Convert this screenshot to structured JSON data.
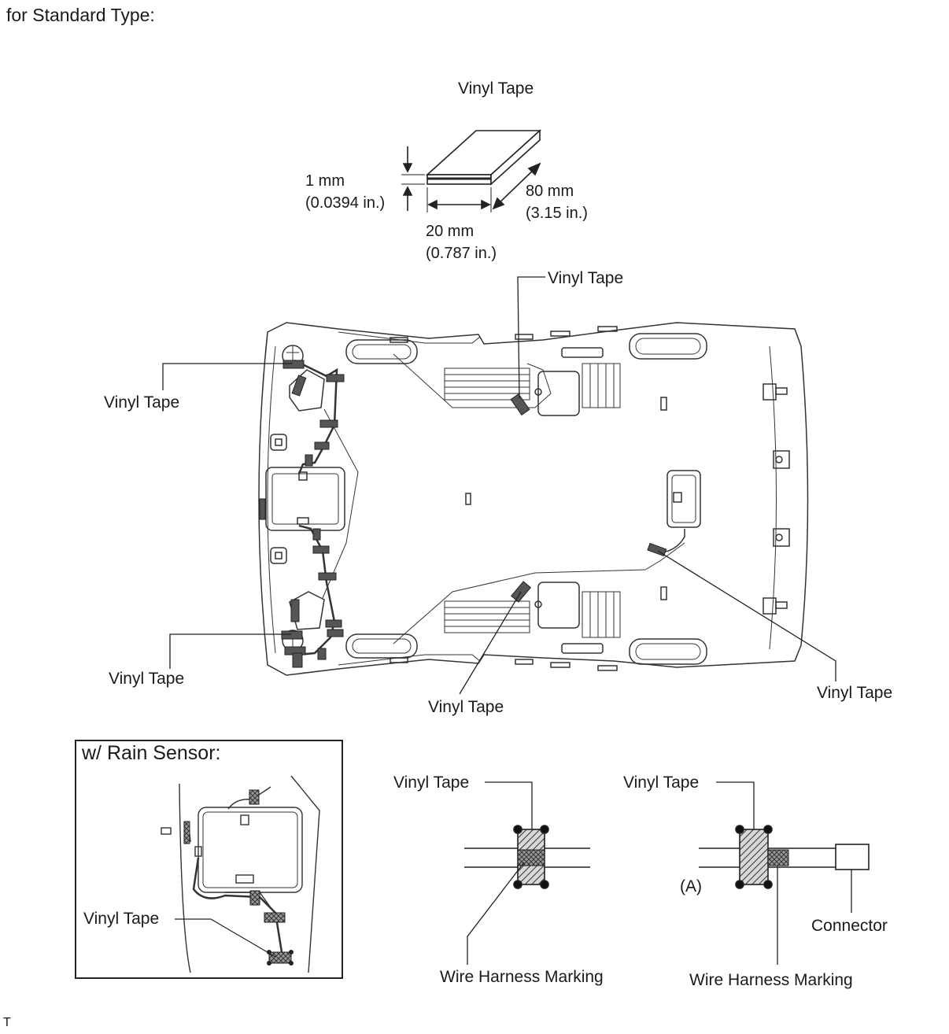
{
  "header": "for Standard Type:",
  "tape_spec": {
    "title": "Vinyl Tape",
    "thickness": "1 mm\n(0.0394 in.)",
    "width": "20 mm\n(0.787 in.)",
    "length": "80 mm\n(3.15 in.)"
  },
  "callouts": {
    "top_center": "Vinyl Tape",
    "left_upper": "Vinyl Tape",
    "left_lower": "Vinyl Tape",
    "bottom_center": "Vinyl Tape",
    "right": "Vinyl Tape"
  },
  "rain_sensor": {
    "title": "w/ Rain Sensor:",
    "tape_label": "Vinyl Tape"
  },
  "detail_a": {
    "tape_label": "Vinyl Tape",
    "marking_label": "Wire Harness Marking"
  },
  "detail_b": {
    "tape_label": "Vinyl Tape",
    "marking_label": "Wire Harness Marking",
    "ref": "(A)",
    "connector_label": "Connector"
  },
  "footer": "T"
}
